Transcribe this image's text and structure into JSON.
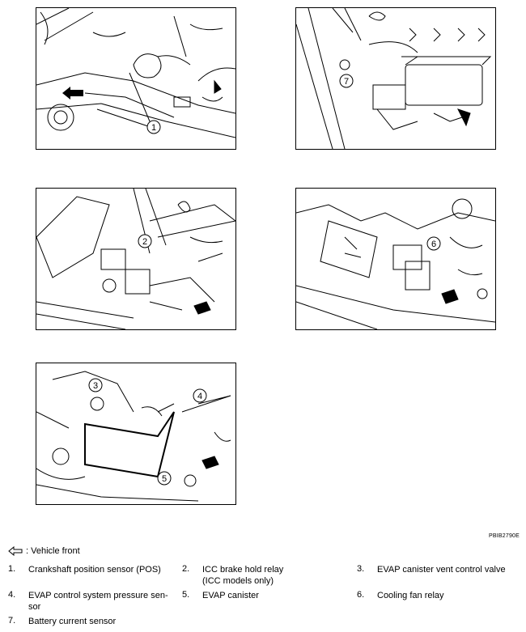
{
  "figure_id": "PBIB2790E",
  "legend": {
    "symbol": "arrow-outline-left-icon",
    "text": ": Vehicle front"
  },
  "callouts": [
    "1",
    "2",
    "3",
    "4",
    "5",
    "6",
    "7"
  ],
  "components": [
    {
      "num": "1.",
      "label": "Crankshaft position sensor (POS)"
    },
    {
      "num": "2.",
      "label": "ICC brake hold relay",
      "label2": "(ICC models only)"
    },
    {
      "num": "3.",
      "label": "EVAP canister vent control valve"
    },
    {
      "num": "4.",
      "label": "EVAP control system pressure sen-",
      "label2": "sor"
    },
    {
      "num": "5.",
      "label": "EVAP canister"
    },
    {
      "num": "6.",
      "label": "Cooling fan relay"
    },
    {
      "num": "7.",
      "label": "Battery current sensor"
    }
  ]
}
